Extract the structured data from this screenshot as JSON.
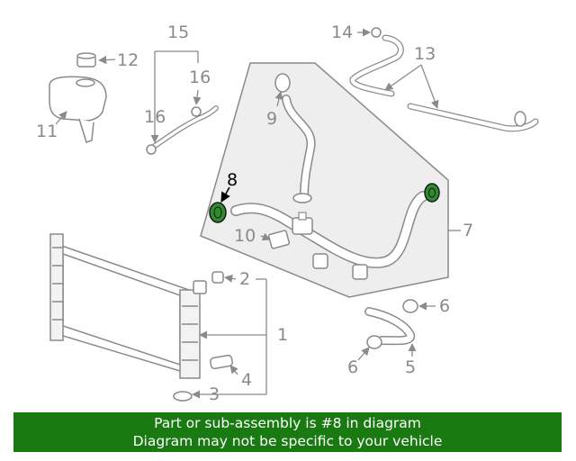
{
  "diagram": {
    "callouts": {
      "c1": "1",
      "c2": "2",
      "c3": "3",
      "c4": "4",
      "c5": "5",
      "c6a": "6",
      "c6b": "6",
      "c7": "7",
      "c8": "8",
      "c9": "9",
      "c10": "10",
      "c11": "11",
      "c12": "12",
      "c13": "13",
      "c14": "14",
      "c15": "15",
      "c16a": "16",
      "c16b": "16"
    },
    "highlight_part": "8",
    "highlight_color": "#2e8b2e",
    "line_color": "#8a8a8a"
  },
  "banner": {
    "line1": "Part or sub-assembly is #8 in diagram",
    "line2": "Diagram may not be specific to your vehicle",
    "background": "#1a7a12"
  }
}
